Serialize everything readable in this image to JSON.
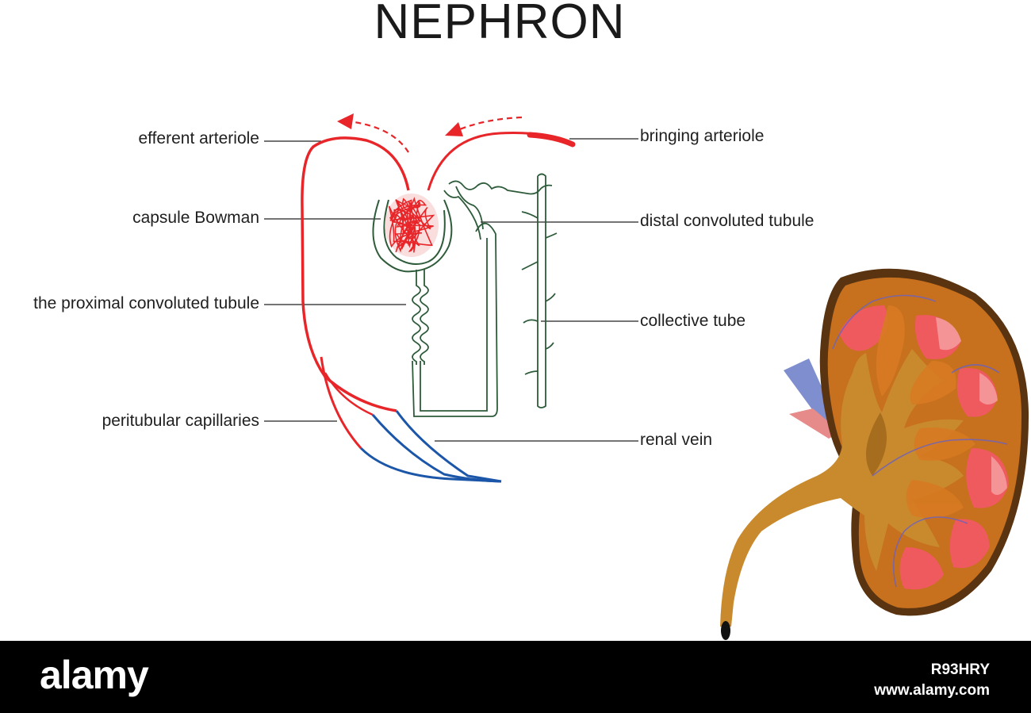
{
  "title": "NEPHRON",
  "labels": {
    "efferent_arteriole": "efferent arteriole",
    "capsule_bowman": "capsule Bowman",
    "proximal_tubule": "the proximal convoluted tubule",
    "peritubular_capillaries": "peritubular capillaries",
    "bringing_arteriole": "bringing arteriole",
    "distal_tubule": "distal convoluted tubule",
    "collective_tube": "collective tube",
    "renal_vein": "renal vein"
  },
  "footer": {
    "logo": "alamy",
    "image_id": "R93HRY",
    "url": "www.alamy.com"
  },
  "colors": {
    "artery": "#e8262a",
    "vein": "#1b56a8",
    "tubule": "#2e5b3a",
    "kidney_cortex": "#c7701e",
    "kidney_capsule": "#5a3410",
    "pyramid": "#ee5a5e"
  }
}
